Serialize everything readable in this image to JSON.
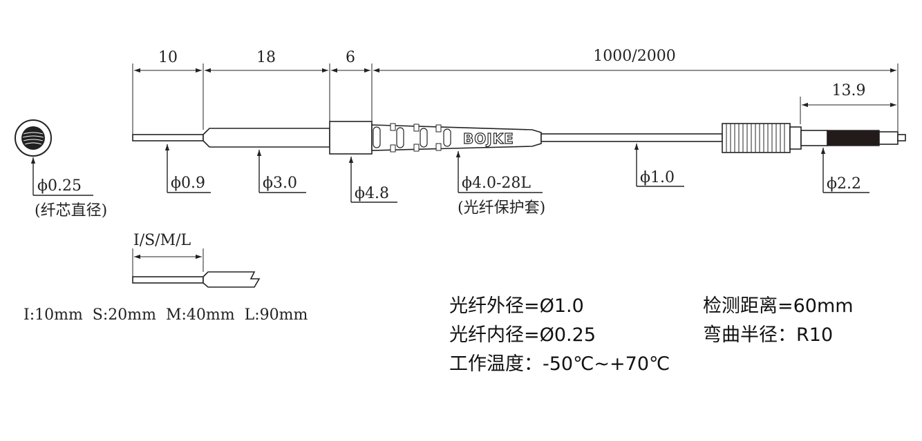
{
  "dimensions": {
    "seg1": "10",
    "seg2": "18",
    "seg3": "6",
    "cable_length": "1000/2000",
    "tip_length": "13.9",
    "variant_label": "I/S/M/L"
  },
  "callouts": {
    "core": "ϕ0.25",
    "core_note": "(纤芯直径)",
    "d1": "ϕ0.9",
    "d2": "ϕ3.0",
    "d3": "ϕ4.8",
    "sleeve": "ϕ4.0-28L",
    "sleeve_note": "(光纤保护套)",
    "cable": "ϕ1.0",
    "connector": "ϕ2.2"
  },
  "brand": "BOJKE",
  "variant_lengths": "I:10mm  S:20mm  M:40mm  L:90mm",
  "specs": [
    "光纤外径=Ø1.0",
    "光纤内径=Ø0.25",
    "工作温度：-50℃~+70℃",
    "检测距离=60mm",
    "弯曲半径：R10"
  ]
}
